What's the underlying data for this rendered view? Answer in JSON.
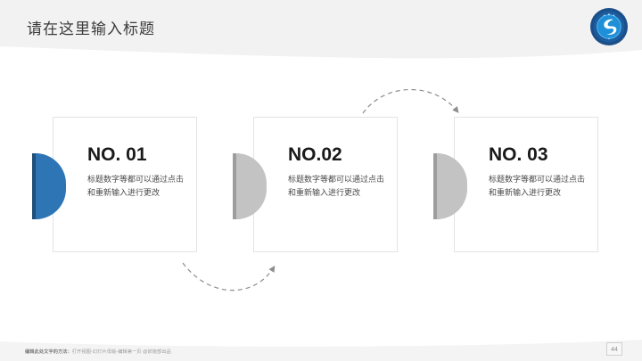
{
  "slide": {
    "title": "请在这里输入标题",
    "background_color": "#ffffff",
    "header_color": "#f2f2f2"
  },
  "logo": {
    "name": "company-emblem",
    "ring_color": "#1b4f8a",
    "disc_color": "#1f8fd8"
  },
  "cards": [
    {
      "number": "NO. 01",
      "description": "标题数字等都可以通过点击和重新输入进行更改",
      "accent_color": "#2e75b6",
      "accent_bar_color": "#1f4f7a",
      "accent_style": "blue"
    },
    {
      "number": "NO.02",
      "description": "标题数字等都可以通过点击和重新输入进行更改",
      "accent_color": "#c3c3c3",
      "accent_bar_color": "#9d9d9d",
      "accent_style": "gray"
    },
    {
      "number": "NO. 03",
      "description": "标题数字等都可以通过点击和重新输入进行更改",
      "accent_color": "#c3c3c3",
      "accent_bar_color": "#9d9d9d",
      "accent_style": "gray"
    }
  ],
  "connectors": [
    {
      "name": "arrow-card1-to-card2",
      "direction": "bottom-curve-right"
    },
    {
      "name": "arrow-card2-to-card3",
      "direction": "top-curve-right"
    }
  ],
  "footer": {
    "hint_label": "编辑此处文字的方法：",
    "hint_body": "打开视图-幻灯片母版-编辑第一页 @妖娆部出品",
    "page_number": "44"
  }
}
